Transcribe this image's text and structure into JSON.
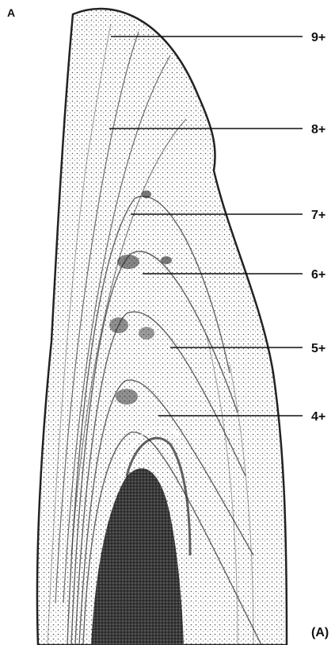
{
  "figure": {
    "panel_label": "A",
    "corner_label": "(A)",
    "annotations": [
      {
        "label": "9+"
      },
      {
        "label": "8+"
      },
      {
        "label": "7+"
      },
      {
        "label": "6+"
      },
      {
        "label": "5+"
      },
      {
        "label": "4+"
      }
    ]
  },
  "colors": {
    "ink": "#111111",
    "background": "#ffffff",
    "shading": "#2a2a2a"
  }
}
